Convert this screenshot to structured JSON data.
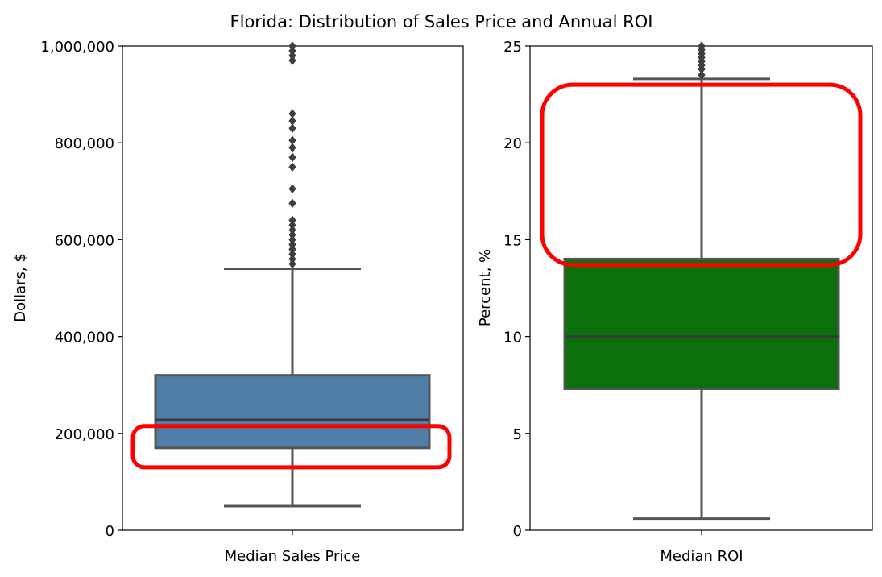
{
  "figure": {
    "title": "Florida: Distribution of Sales Price and Annual ROI"
  },
  "chart_data": [
    {
      "type": "box",
      "xlabel": "Median Sales Price",
      "ylabel": "Dollars, $",
      "ylim": [
        0,
        1000000
      ],
      "yticks": [
        0,
        200000,
        400000,
        600000,
        800000,
        1000000
      ],
      "ytick_labels": [
        "0",
        "200,000",
        "400,000",
        "600,000",
        "800,000",
        "1,000,000"
      ],
      "grid": false,
      "box_color": "#4f7fa8",
      "stats": {
        "whisker_low": 50000,
        "q1": 170000,
        "median": 228000,
        "q3": 320000,
        "whisker_high": 540000
      },
      "outliers": [
        550000,
        560000,
        570000,
        580000,
        590000,
        600000,
        610000,
        620000,
        630000,
        640000,
        675000,
        705000,
        750000,
        770000,
        790000,
        805000,
        830000,
        845000,
        860000,
        970000,
        980000,
        990000,
        1000000
      ],
      "highlight_box": {
        "value_range": [
          130000,
          215000
        ],
        "color": "#ff0000"
      }
    },
    {
      "type": "box",
      "xlabel": "Median ROI",
      "ylabel": "Percent, %",
      "ylim": [
        0,
        25
      ],
      "yticks": [
        0,
        5,
        10,
        15,
        20,
        25
      ],
      "ytick_labels": [
        "0",
        "5",
        "10",
        "15",
        "20",
        "25"
      ],
      "grid": false,
      "box_color": "#0b6f0b",
      "stats": {
        "whisker_low": 0.6,
        "q1": 7.3,
        "median": 10.0,
        "q3": 14.0,
        "whisker_high": 23.3
      },
      "outliers": [
        23.5,
        23.8,
        24.0,
        24.2,
        24.4,
        24.6,
        24.8,
        25.0
      ],
      "highlight_box": {
        "value_range": [
          13.7,
          23.0
        ],
        "color": "#ff0000"
      }
    }
  ]
}
